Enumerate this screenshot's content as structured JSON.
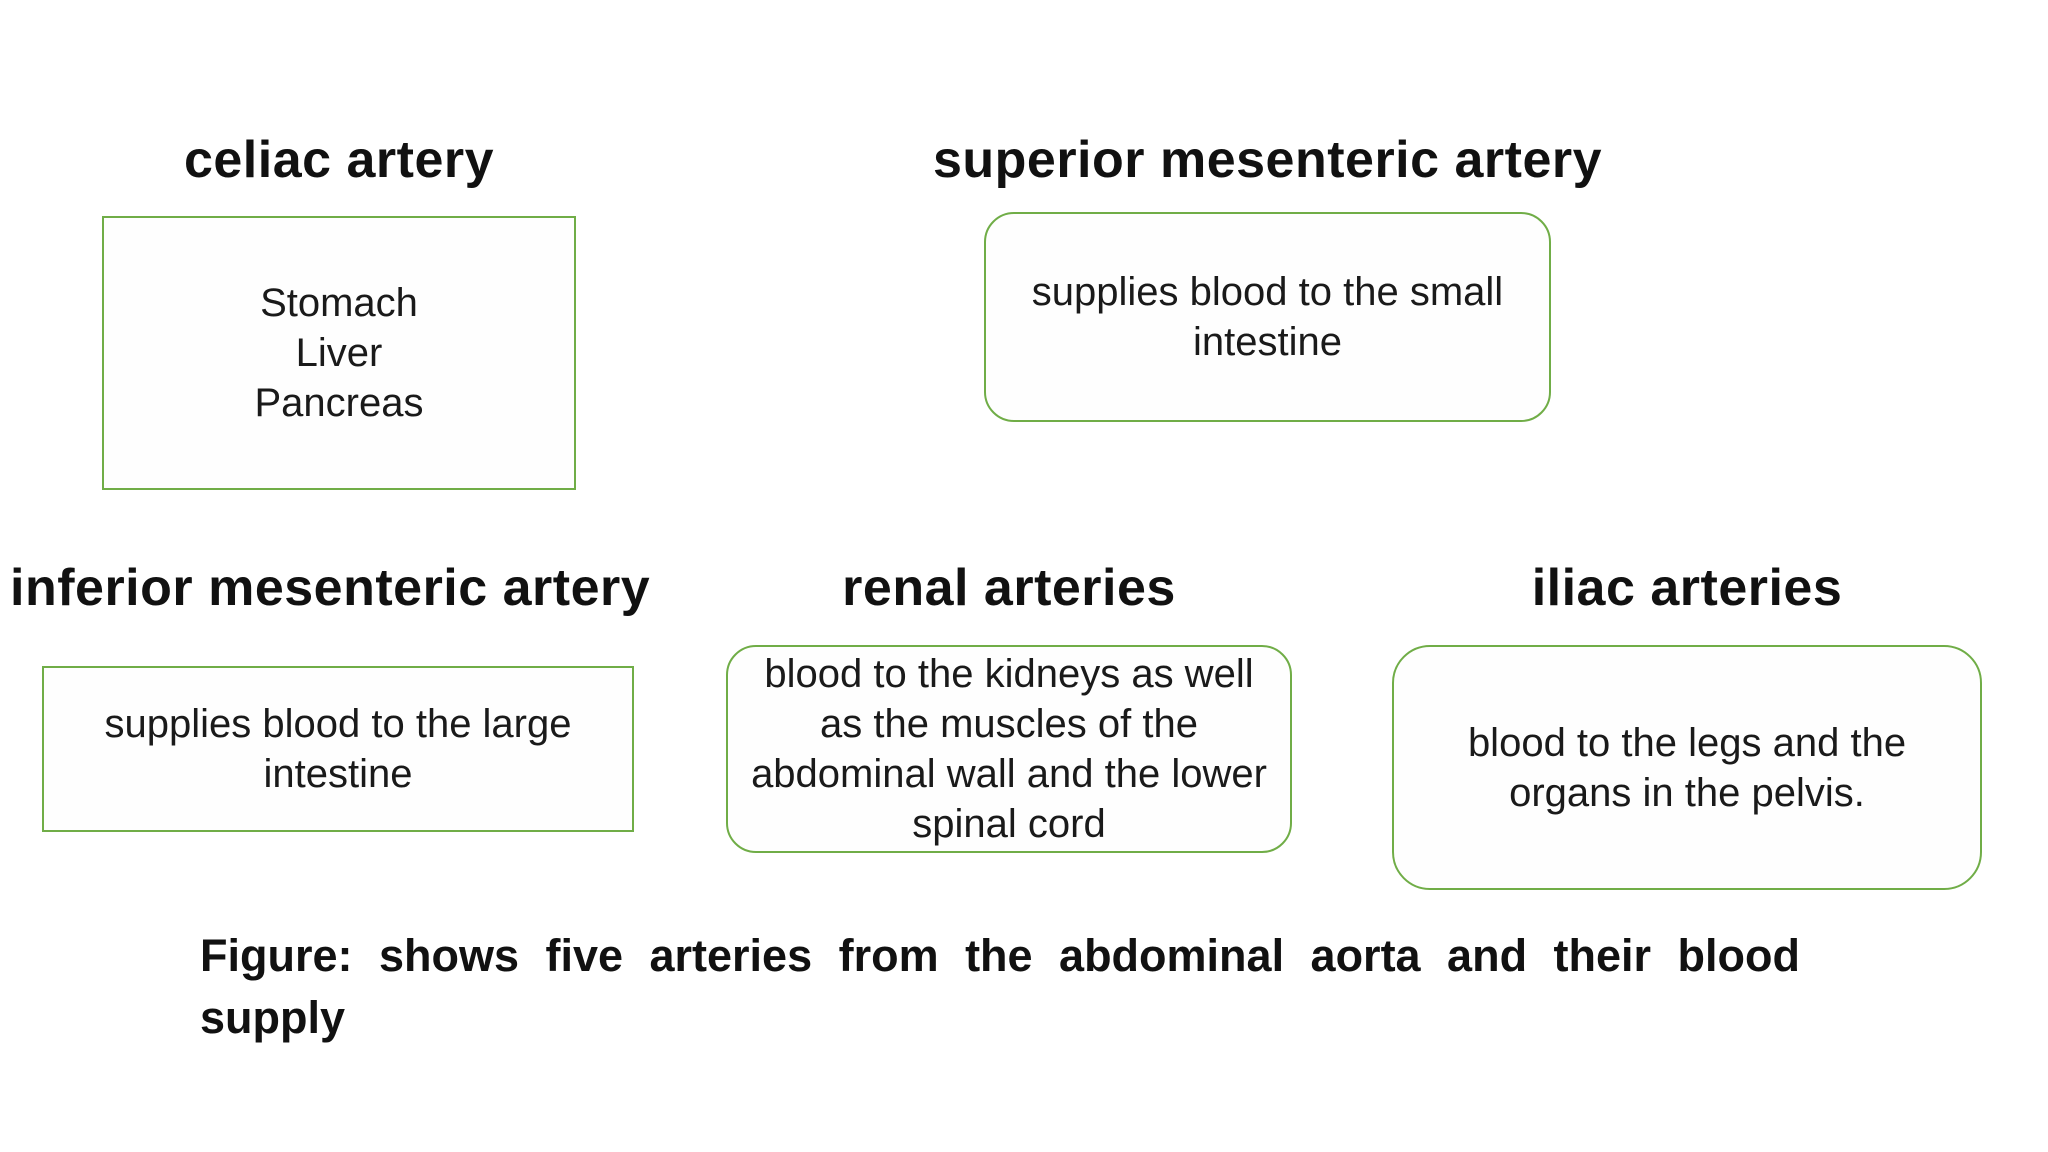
{
  "colors": {
    "box_border_green": "#70AD47",
    "body_text": "#1a1a1a",
    "title_text": "#111111",
    "background": "#ffffff"
  },
  "arteries": [
    {
      "id": "celiac",
      "title": "celiac artery",
      "body": "Stomach\nLiver\nPancreas",
      "shape": "rectangle"
    },
    {
      "id": "superior-mesenteric",
      "title": "superior mesenteric artery",
      "body": "supplies blood to the small intestine",
      "shape": "rounded"
    },
    {
      "id": "inferior-mesenteric",
      "title": "inferior mesenteric artery",
      "body": "supplies blood to the large intestine",
      "shape": "rectangle"
    },
    {
      "id": "renal",
      "title": "renal arteries",
      "body": "blood to the kidneys as well as the muscles of the abdominal wall and the lower spinal cord",
      "shape": "rounded"
    },
    {
      "id": "iliac",
      "title": "iliac arteries",
      "body": "blood to the legs and the organs in the pelvis.",
      "shape": "rounded"
    }
  ],
  "caption": {
    "line1": "Figure: shows five arteries from the abdominal aorta and their blood",
    "line2": "supply"
  }
}
